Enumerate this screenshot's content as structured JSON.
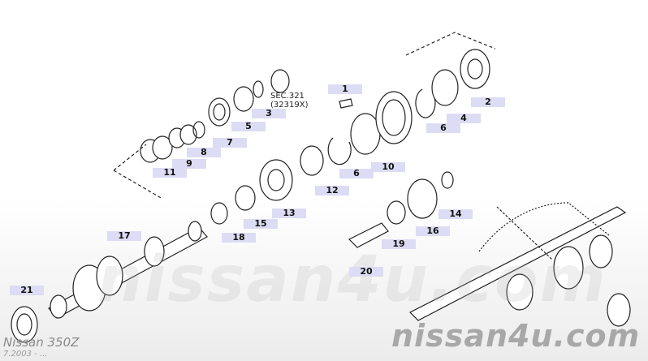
{
  "diagram": {
    "section_ref": {
      "line1": "SEC.321",
      "line2": "(32319X)"
    },
    "callouts": [
      "1",
      "2",
      "3",
      "4",
      "5",
      "6",
      "6",
      "7",
      "8",
      "9",
      "10",
      "11",
      "12",
      "13",
      "14",
      "15",
      "16",
      "17",
      "18",
      "19",
      "20",
      "21"
    ]
  },
  "watermark": "nissan4u.com",
  "footer": {
    "model": "Nissan 350Z",
    "years": "7.2003 - ..."
  },
  "colors": {
    "label_bg": "#dcdcf4",
    "line": "#222222",
    "watermark": "#a8a8a8"
  }
}
